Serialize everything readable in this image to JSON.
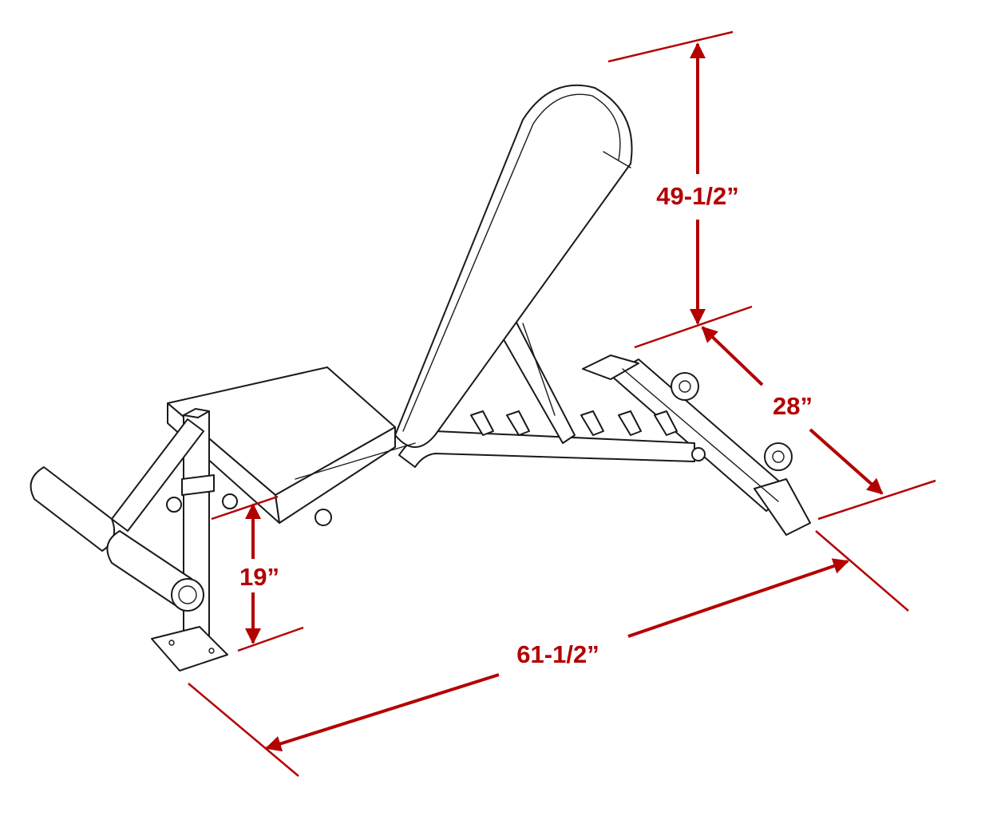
{
  "colors": {
    "dimension": "#b30000",
    "outline": "#1a1a1a"
  },
  "dimensions": {
    "height": "49-1/2”",
    "width": "28”",
    "seat_height": "19”",
    "length": "61-1/2”"
  }
}
